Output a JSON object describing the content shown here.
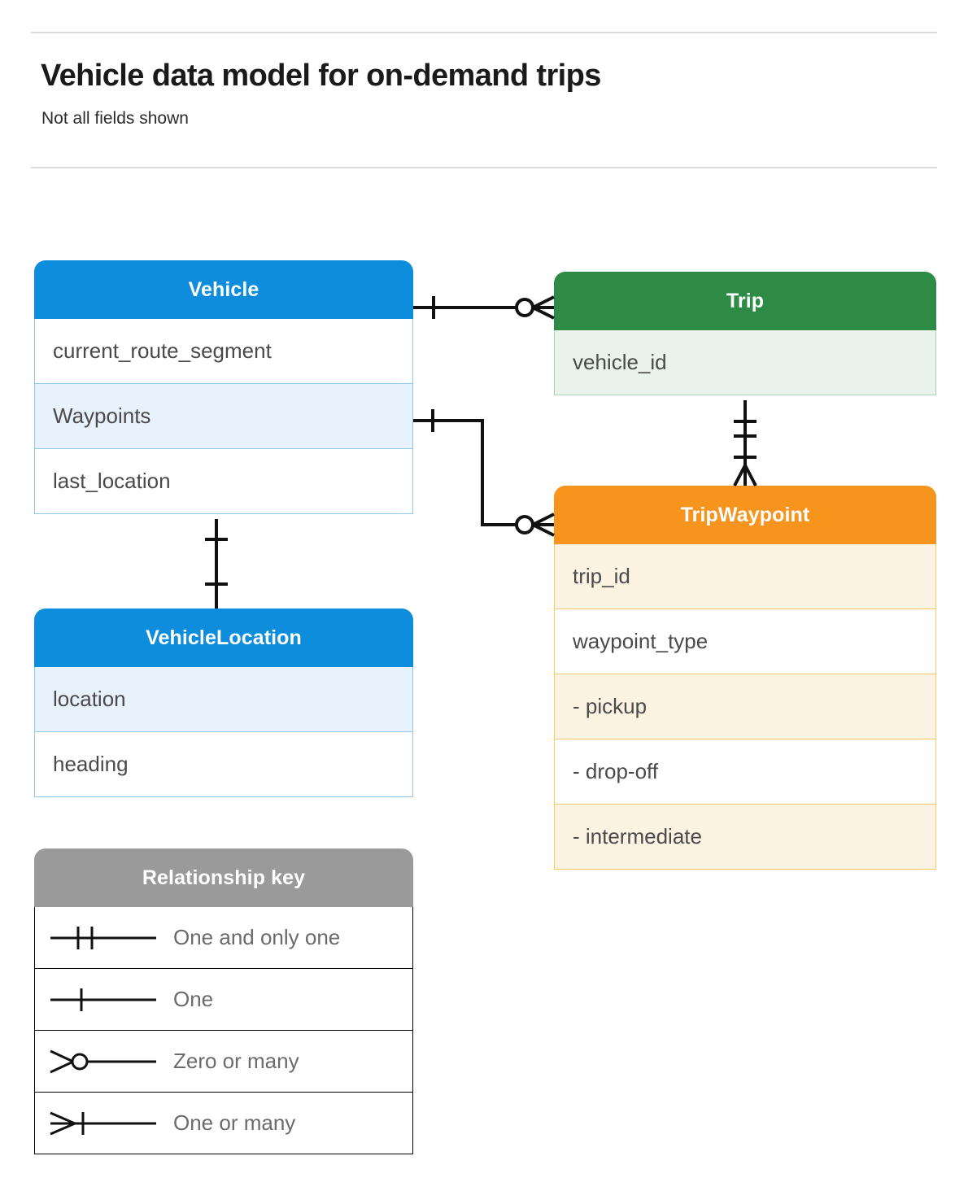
{
  "header": {
    "title": "Vehicle data model for on-demand trips",
    "subtitle": "Not all fields shown"
  },
  "entities": [
    {
      "id": "vehicle",
      "name": "Vehicle",
      "color": "#0d8ddb",
      "fields": [
        "current_route_segment",
        "Waypoints",
        "last_location"
      ]
    },
    {
      "id": "trip",
      "name": "Trip",
      "color": "#2e8b45",
      "fields": [
        "vehicle_id"
      ]
    },
    {
      "id": "tripwaypoint",
      "name": "TripWaypoint",
      "color": "#f7941e",
      "fields": [
        "trip_id",
        "waypoint_type",
        "-  pickup",
        "-  drop-off",
        "-  intermediate"
      ]
    },
    {
      "id": "vehiclelocation",
      "name": "VehicleLocation",
      "color": "#0d8ddb",
      "fields": [
        "location",
        "heading"
      ]
    }
  ],
  "legend": {
    "title": "Relationship key",
    "items": [
      {
        "symbol": "one-and-only-one-icon",
        "label": "One and only one"
      },
      {
        "symbol": "one-icon",
        "label": "One"
      },
      {
        "symbol": "zero-or-many-icon",
        "label": "Zero or many"
      },
      {
        "symbol": "one-or-many-icon",
        "label": "One or many"
      }
    ]
  },
  "relationships": [
    {
      "from": "Vehicle",
      "to": "Trip",
      "from_cardinality": "One",
      "to_cardinality": "Zero or many"
    },
    {
      "from": "Vehicle.Waypoints",
      "to": "TripWaypoint",
      "from_cardinality": "One",
      "to_cardinality": "Zero or many"
    },
    {
      "from": "Trip",
      "to": "TripWaypoint",
      "from_cardinality": "One and only one",
      "to_cardinality": "One or many"
    },
    {
      "from": "Vehicle",
      "to": "VehicleLocation",
      "from_cardinality": "One",
      "to_cardinality": "One"
    }
  ],
  "colors": {
    "blue": "#0d8ddb",
    "green": "#2e8b45",
    "orange": "#f7941e",
    "gray": "#9a9a9a",
    "line": "#111111",
    "rule": "#dcdcdc"
  }
}
